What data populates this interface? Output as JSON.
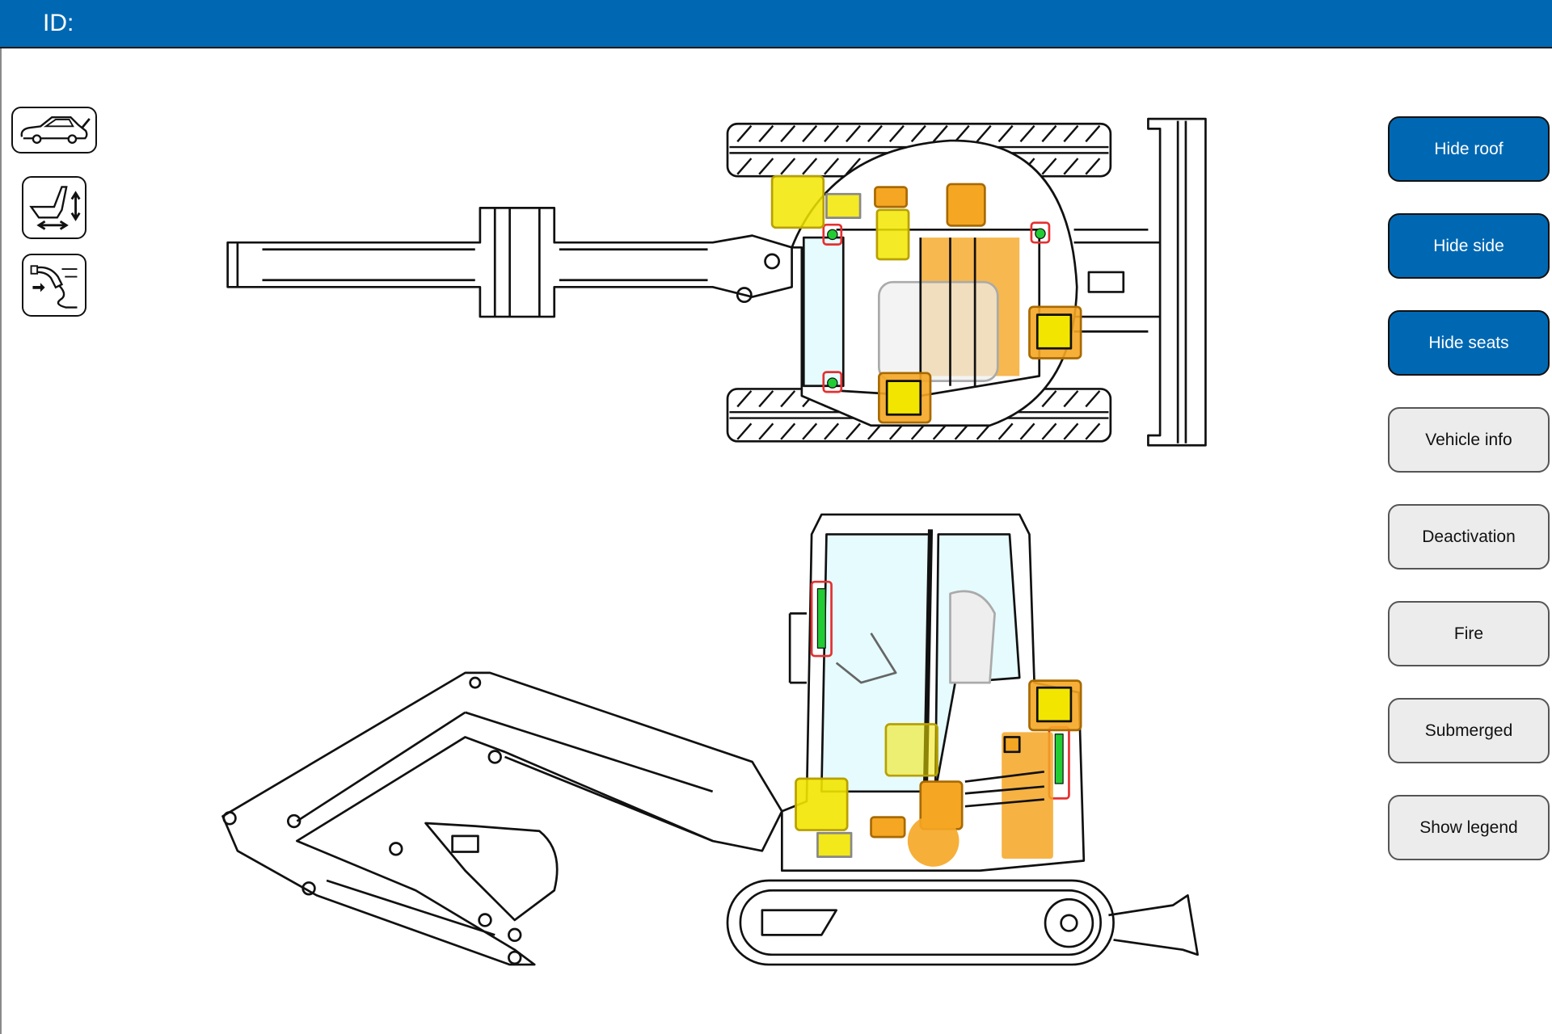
{
  "header": {
    "title": "ID:"
  },
  "left_toolbar": [
    {
      "icon": "car-trunk-icon"
    },
    {
      "icon": "seat-adjust-icon"
    },
    {
      "icon": "charging-plug-icon"
    }
  ],
  "buttons": [
    {
      "label": "Hide roof",
      "style": "primary"
    },
    {
      "label": "Hide side",
      "style": "primary"
    },
    {
      "label": "Hide seats",
      "style": "primary"
    },
    {
      "label": "Vehicle info",
      "style": "secondary"
    },
    {
      "label": "Deactivation",
      "style": "secondary"
    },
    {
      "label": "Fire",
      "style": "secondary"
    },
    {
      "label": "Submerged",
      "style": "secondary"
    },
    {
      "label": "Show legend",
      "style": "secondary"
    }
  ],
  "colors": {
    "brand": "#0068b3",
    "marker_yellow": "#f2e600",
    "marker_orange": "#f5a623",
    "marker_green": "#22cc33",
    "marker_red": "#e53030",
    "glass": "#e6fbfd"
  }
}
